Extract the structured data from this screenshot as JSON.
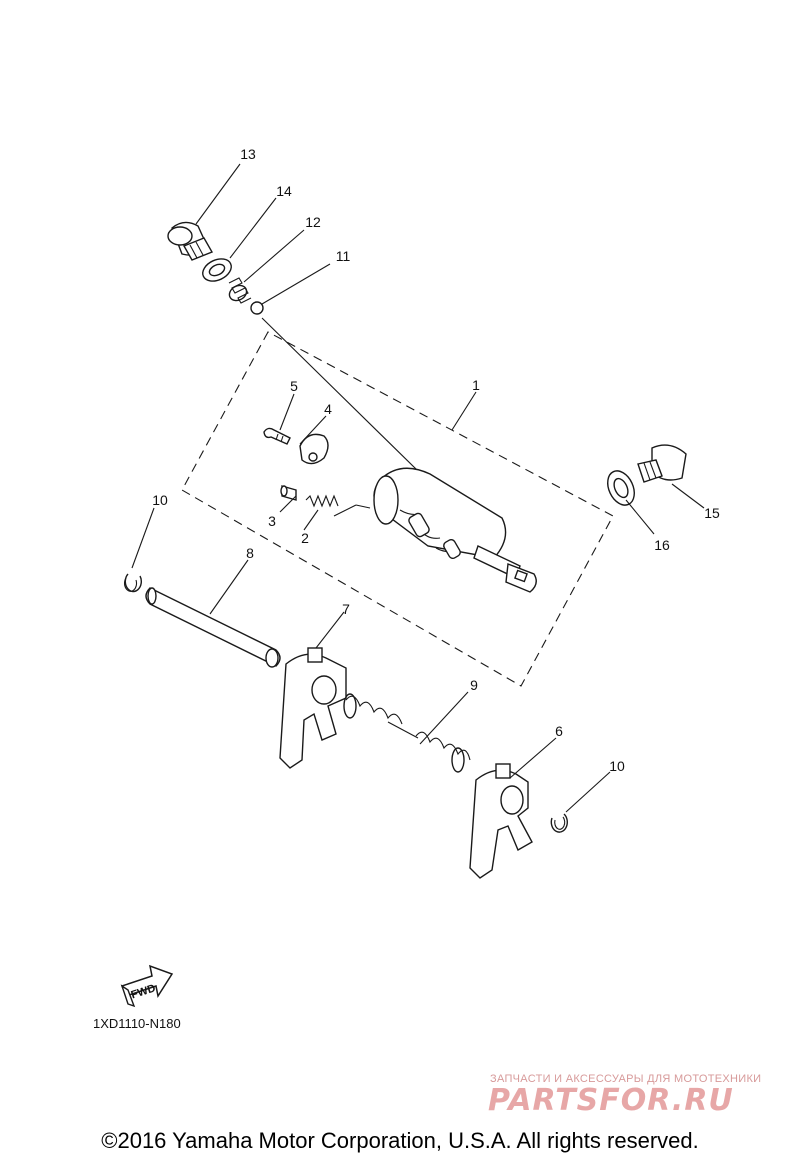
{
  "diagram": {
    "callouts": [
      "1",
      "2",
      "3",
      "4",
      "5",
      "6",
      "7",
      "8",
      "9",
      "10",
      "10",
      "11",
      "12",
      "13",
      "14",
      "15",
      "16"
    ],
    "fwd_label": "FWD",
    "code": "1XD1110-N180"
  },
  "watermark": {
    "line1": "ЗАПЧАСТИ И АКСЕССУАРЫ ДЛЯ МОТОТЕХНИКИ",
    "line2": "PARTSFOR.RU"
  },
  "footer": {
    "copyright": "©2016 Yamaha Motor Corporation, U.S.A. All rights reserved."
  }
}
